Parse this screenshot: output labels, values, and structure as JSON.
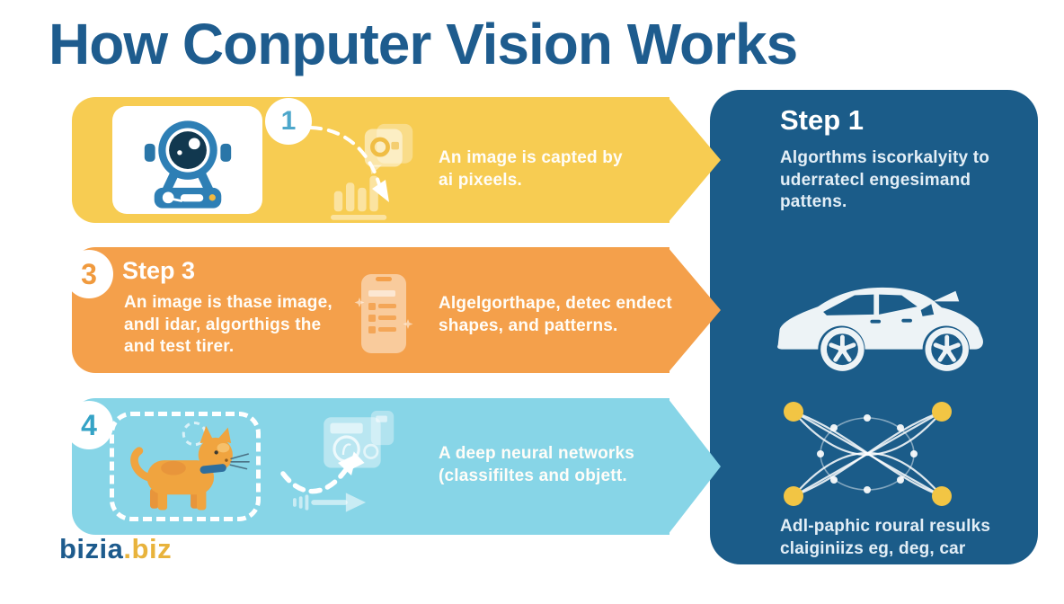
{
  "title": "How Conputer Vision Works",
  "steps": {
    "banner1": {
      "badge": "1",
      "text": "An image is capted by ai pixeels."
    },
    "banner2": {
      "badge": "3",
      "title": "Step 3",
      "left_text": "An image is thase image, andl idar, algorthigs the and test tirer.",
      "right_text": "Algelgorthape, detec endect shapes, and patterns."
    },
    "banner3": {
      "badge": "4",
      "text": "A deep neural networks (classifiltes and objett."
    }
  },
  "panel": {
    "title": "Step 1",
    "text": "Algorthms iscorkalyity to uderratecl engesimand pattens.",
    "caption": "Adl-paphic roural resulks claiginiizs eg, deg, car"
  },
  "brand": {
    "name": "bizia",
    "tld": ".biz"
  },
  "colors": {
    "title_blue": "#1e5c8e",
    "banner_yellow": "#f7cc52",
    "banner_orange": "#f4a04b",
    "banner_light_blue": "#87d5e7",
    "panel_dark_blue": "#1b5c89",
    "badge_1_number": "#4da7cb",
    "badge_3_number": "#f09a3e",
    "badge_4_number": "#35a3c6",
    "cat_orange": "#f0a43f",
    "network_node_yellow": "#f2c544",
    "brand_tld_gold": "#e8b33c"
  },
  "icons": {
    "webcam": "webcam-icon",
    "bar_chart": "bar-chart-icon",
    "photo_stack": "photo-stack-icon",
    "dashed_arrow": "dashed-curved-arrow-icon",
    "phone": "phone-checklist-icon",
    "cat": "cat-illustration",
    "polaroid": "polaroid-camera-icon",
    "striped_arrow": "striped-arrow-icon",
    "car": "car-illustration",
    "network": "neural-network-illustration"
  }
}
